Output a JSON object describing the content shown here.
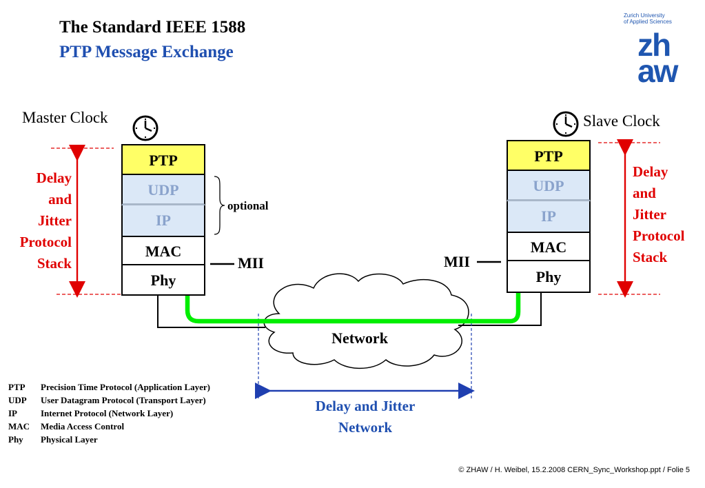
{
  "header": {
    "title": "The Standard IEEE 1588",
    "subtitle": "PTP Message Exchange"
  },
  "logo": {
    "institution_line1": "Zurich University",
    "institution_line2": "of Applied Sciences",
    "mark": "zh aw",
    "mark_top": "zh",
    "mark_bottom": "aw",
    "color": "#1f56b0"
  },
  "master": {
    "label": "Master Clock",
    "icon": "clock-icon",
    "layers": [
      "PTP",
      "UDP",
      "IP",
      "MAC",
      "Phy"
    ]
  },
  "slave": {
    "label": "Slave Clock",
    "icon": "clock-icon",
    "layers": [
      "PTP",
      "UDP",
      "IP",
      "MAC",
      "Phy"
    ]
  },
  "annotations": {
    "optional": "optional",
    "mii_left": "MII",
    "mii_right": "MII",
    "network": "Network",
    "delay_left": [
      "Delay",
      "and",
      "Jitter",
      "Protocol",
      "Stack"
    ],
    "delay_right": [
      "Delay",
      "and",
      "Jitter",
      "Protocol",
      "Stack"
    ],
    "delay_network": [
      "Delay and Jitter",
      "Network"
    ]
  },
  "glossary": [
    {
      "abbr": "PTP",
      "desc": "Precision Time Protocol (Application Layer)"
    },
    {
      "abbr": "UDP",
      "desc": "User Datagram Protocol (Transport Layer)"
    },
    {
      "abbr": "IP",
      "desc": "Internet Protocol (Network Layer)"
    },
    {
      "abbr": "MAC",
      "desc": "Media Access Control"
    },
    {
      "abbr": "Phy",
      "desc": "Physical Layer"
    }
  ],
  "footer": "© ZHAW / H. Weibel, 15.2.2008 CERN_Sync_Workshop.ppt / Folie 5",
  "colors": {
    "ptp_layer": "#ffff66",
    "optional_layer": "#dbe8f7",
    "path": "#00ee00",
    "delay": "#e00000",
    "network_arrow": "#1f3fb0"
  }
}
